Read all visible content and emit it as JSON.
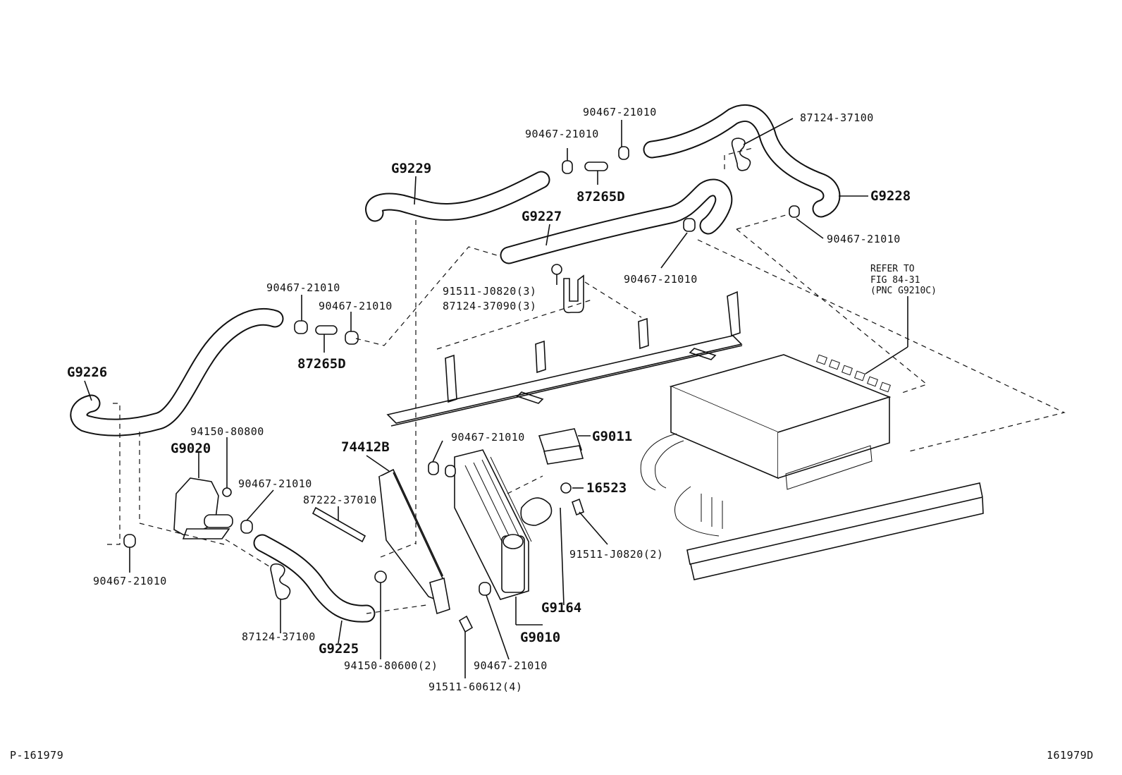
{
  "labels": {
    "g9229": "G9229",
    "g9227": "G9227",
    "g9228": "G9228",
    "g9226": "G9226",
    "g9225": "G9225",
    "g9020": "G9020",
    "g9011": "G9011",
    "g9164": "G9164",
    "g9010": "G9010",
    "p87265d_top": "87265D",
    "p87265d_left": "87265D",
    "p74412b": "74412B",
    "p16523": "16523",
    "clamp_top_a": "90467-21010",
    "clamp_top_b": "90467-21010",
    "clamp_right": "90467-21010",
    "clamp_mid": "90467-21010",
    "clamp_left_a": "90467-21010",
    "clamp_left_b": "90467-21010",
    "clamp_g9020": "90467-21010",
    "clamp_bottom_left": "90467-21010",
    "clamp_radiator": "90467-21010",
    "clamp_bottom": "90467-21010",
    "p87124_37100_top": "87124-37100",
    "p87124_37100_bottom": "87124-37100",
    "bolt_j0820_3": "91511-J0820(3)",
    "clip_37090_3": "87124-37090(3)",
    "bolt_j0820_2": "91511-J0820(2)",
    "nut_80800": "94150-80800",
    "nut_80600_2": "94150-80600(2)",
    "bolt_60612_4": "91511-60612(4)",
    "strap_37010": "87222-37010",
    "refer_line1": "REFER TO",
    "refer_line2": "FIG 84-31",
    "refer_line3": "(PNC G9210C)",
    "footer_left": "P-161979",
    "footer_right": "161979D"
  }
}
